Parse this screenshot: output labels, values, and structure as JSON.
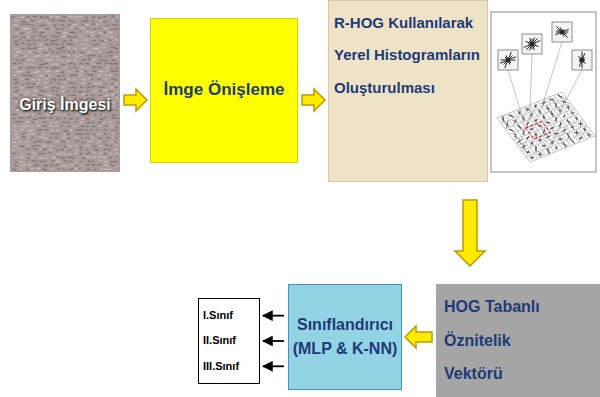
{
  "diagram": {
    "nodes": [
      {
        "text": [
          "Giriş İmgesi"
        ]
      },
      {
        "text": [
          "İmge Önişleme"
        ]
      },
      {
        "text": [
          "R-HOG Kullanılarak Yerel Histogramların Oluşturulması"
        ]
      },
      {
        "text": [
          "HOG Tabanlı Öznitelik Vektörü"
        ]
      },
      {
        "text": [
          "Sınıflandırıcı (MLP & K-NN)"
        ]
      },
      {
        "text": [
          "I.Sınıf",
          "II.Sınıf",
          "III.Sınıf"
        ]
      }
    ],
    "edges": [
      {
        "from": 0,
        "to": 1,
        "arrow": "to"
      },
      {
        "from": 1,
        "to": 2,
        "arrow": "to"
      },
      {
        "from": 2,
        "to": 3,
        "arrow": "to"
      },
      {
        "from": 3,
        "to": 4,
        "arrow": "to"
      },
      {
        "from": 4,
        "to": 5,
        "arrow": "to"
      },
      {
        "from": 4,
        "to": 5,
        "arrow": "to"
      },
      {
        "from": 4,
        "to": 5,
        "arrow": "to"
      }
    ]
  }
}
